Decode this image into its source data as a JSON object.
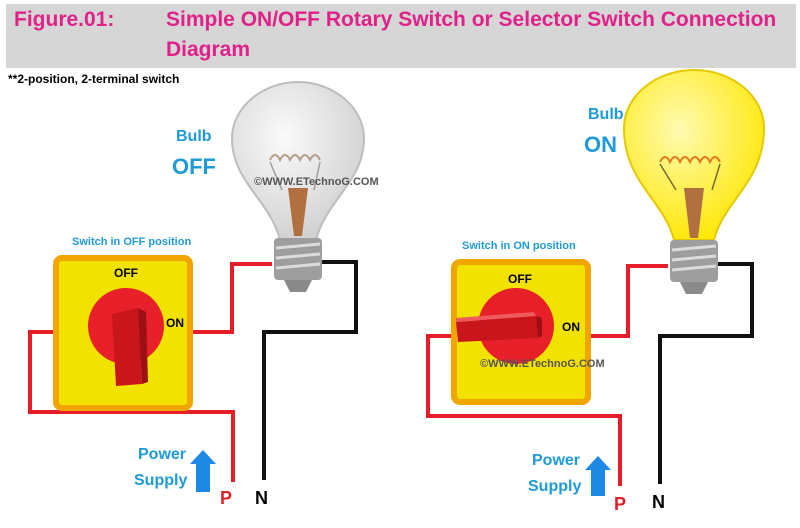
{
  "title": {
    "figure_label": "Figure.01:",
    "line1": "Simple ON/OFF Rotary Switch or Selector Switch Connection",
    "line2": "Diagram",
    "color": "#e0218a"
  },
  "note": "**2-position, 2-terminal switch",
  "watermark": "©WWW.ETechnoG.COM",
  "left_panel": {
    "bulb_label": "Bulb",
    "bulb_state": "OFF",
    "switch_caption": "Switch in OFF position",
    "switch_off_label": "OFF",
    "switch_on_label": "ON",
    "power_label_1": "Power",
    "power_label_2": "Supply",
    "phase_label": "P",
    "neutral_label": "N"
  },
  "right_panel": {
    "bulb_label": "Bulb",
    "bulb_state": "ON",
    "switch_caption": "Switch in ON position",
    "switch_off_label": "OFF",
    "switch_on_label": "ON",
    "power_label_1": "Power",
    "power_label_2": "Supply",
    "phase_label": "P",
    "neutral_label": "N"
  },
  "colors": {
    "label_blue": "#1e9ad6",
    "wire_phase": "#e41e26",
    "wire_neutral": "#111111",
    "switch_body": "#f2e200",
    "switch_border": "#f0a500",
    "knob_red": "#e8202a",
    "bulb_off": "#e6e6e6",
    "bulb_on": "#ffee00",
    "arrow_blue": "#1e88e5"
  }
}
